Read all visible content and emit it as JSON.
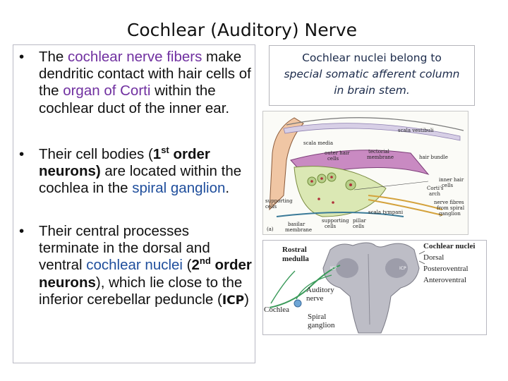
{
  "title": "Cochlear (Auditory) Nerve",
  "bullets": {
    "b1": {
      "p1": "The ",
      "p2": "cochlear nerve fibers",
      "p3": " make dendritic contact with hair cells of the ",
      "p4": "organ of Corti",
      "p5": " within the cochlear duct of the inner ear."
    },
    "b2": {
      "p1": "Their cell bodies (",
      "p2": "1",
      "sup": "st",
      "p3": " order neurons)",
      "p4": " are located within the cochlea in the ",
      "p5": "spiral ganglion",
      "p6": "."
    },
    "b3": {
      "p1": "Their central processes terminate in the dorsal and ventral ",
      "p2": "cochlear nuclei",
      "p3": " (",
      "p4": "2",
      "sup": "nd",
      "p5": " order neurons",
      "p6": "), which lie close to the inferior cerebellar peduncle (",
      "p7": "ICP",
      "p8": ")"
    }
  },
  "note": {
    "line1": "Cochlear nuclei belong to",
    "line2": "special somatic afferent column",
    "line3": "in brain stem."
  },
  "organ_diagram": {
    "labels": {
      "scala_vestibuli": "scala vestibuli",
      "scala_media": "scala media",
      "tectorial": "tectorial",
      "membrane": "membrane",
      "outer_hair": "outer hair",
      "cells": "cells",
      "hair_bundle": "hair bundle",
      "inner_hair": "inner hair",
      "cells2": "cells",
      "cortis": "Corti's",
      "arch": "arch",
      "supporting": "supporting",
      "cells3": "cells",
      "nerve_fibres": "nerve fibres",
      "from_spiral": "from spiral",
      "ganglion": "ganglion",
      "scala_tympani": "scala tympani",
      "supporting2": "supporting",
      "cells4": "cells",
      "pillar": "pillar",
      "cells5": "cells",
      "basilar": "basilar",
      "membrane2": "membrane",
      "panel": "(a)"
    }
  },
  "nuclei_diagram": {
    "labels": {
      "rostral": "Rostral",
      "medulla": "medulla",
      "cochlear_nuclei": "Cochlear nuclei",
      "dorsal": "Dorsal",
      "posteroventral": "Posteroventral",
      "anteroventral": "Anteroventral",
      "icp_left": "ICP",
      "icp_right": "ICP",
      "auditory": "Auditory",
      "nerve": "nerve",
      "cochlea": "Cochlea",
      "spiral": "Spiral",
      "ganglion": "ganglion"
    }
  },
  "colors": {
    "purple": "#7030a0",
    "blue": "#1f4e9c",
    "nerve_green": "#3a9a5a",
    "panel_border": "#b9b9c4"
  }
}
